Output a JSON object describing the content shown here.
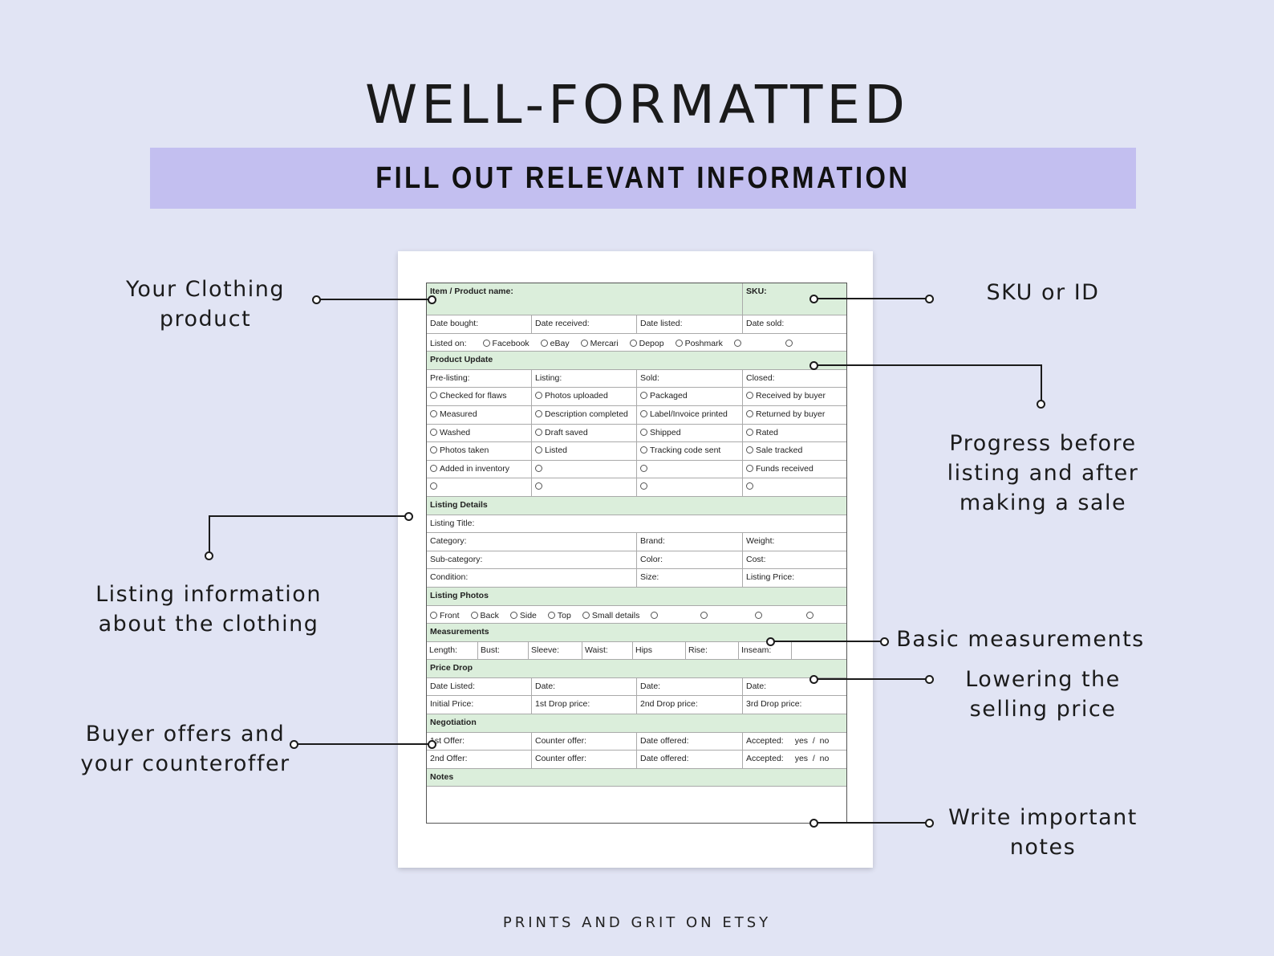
{
  "title": "WELL-FORMATTED",
  "banner": "FILL OUT RELEVANT INFORMATION",
  "footer": "PRINTS AND GRIT ON ETSY",
  "colors": {
    "background": "#e1e4f4",
    "banner": "#c3bff0",
    "section_fill": "#dbeedb"
  },
  "callouts": {
    "product": "Your Clothing product",
    "sku": "SKU or ID",
    "progress": "Progress before listing and after making a sale",
    "listing": "Listing information about the clothing",
    "measure": "Basic measurements",
    "price": "Lowering the selling price",
    "buyer": "Buyer offers and your counteroffer",
    "notes": "Write important notes"
  },
  "form": {
    "item_name": "Item / Product name:",
    "sku": "SKU:",
    "dates": [
      "Date bought:",
      "Date received:",
      "Date listed:",
      "Date sold:"
    ],
    "listed_on": "Listed on:",
    "platforms": [
      "Facebook",
      "eBay",
      "Mercari",
      "Depop",
      "Poshmark"
    ],
    "product_update": "Product Update",
    "update_headers": [
      "Pre-listing:",
      "Listing:",
      "Sold:",
      "Closed:"
    ],
    "update_rows": [
      [
        "Checked for flaws",
        "Photos uploaded",
        "Packaged",
        "Received by buyer"
      ],
      [
        "Measured",
        "Description completed",
        "Label/Invoice printed",
        "Returned by buyer"
      ],
      [
        "Washed",
        "Draft saved",
        "Shipped",
        "Rated"
      ],
      [
        "Photos taken",
        "Listed",
        "Tracking code sent",
        "Sale tracked"
      ],
      [
        "Added in inventory",
        "",
        "",
        "Funds received"
      ],
      [
        "",
        "",
        "",
        ""
      ]
    ],
    "listing_details": "Listing Details",
    "listing_title": "Listing Title:",
    "details_rows": [
      [
        "Category:",
        "Brand:",
        "Weight:"
      ],
      [
        "Sub-category:",
        "Color:",
        "Cost:"
      ],
      [
        "Condition:",
        "Size:",
        "Listing Price:"
      ]
    ],
    "listing_photos": "Listing Photos",
    "photo_options": [
      "Front",
      "Back",
      "Side",
      "Top",
      "Small details"
    ],
    "measurements": "Measurements",
    "measure_fields": [
      "Length:",
      "Bust:",
      "Sleeve:",
      "Waist:",
      "Hips",
      "Rise:",
      "Inseam:"
    ],
    "price_drop": "Price Drop",
    "price_rows": [
      [
        "Date Listed:",
        "Date:",
        "Date:",
        "Date:"
      ],
      [
        "Initial Price:",
        "1st Drop price:",
        "2nd Drop price:",
        "3rd Drop price:"
      ]
    ],
    "negotiation": "Negotiation",
    "nego_rows": [
      [
        "1st Offer:",
        "Counter offer:",
        "Date offered:",
        "Accepted:",
        "yes  /  no"
      ],
      [
        "2nd Offer:",
        "Counter offer:",
        "Date offered:",
        "Accepted:",
        "yes  /  no"
      ]
    ],
    "notes": "Notes"
  }
}
